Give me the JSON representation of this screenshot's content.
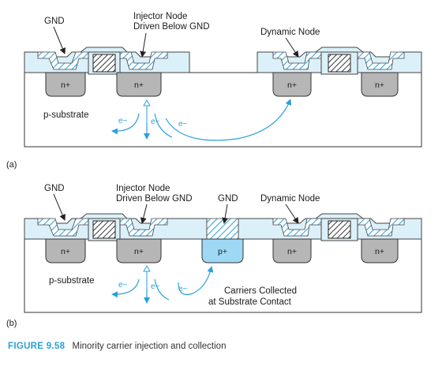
{
  "colors": {
    "oxide": "#dcf0f9",
    "hatch": "#3aa6dd",
    "nplus": "#b6b6b6",
    "pplus": "#9fd8f5",
    "electron": "#2aa0d8",
    "caption_accent": "#2a9fd6"
  },
  "diffusion": {
    "n_plus": "n+",
    "p_plus": "p+"
  },
  "panel_a": {
    "tag": "(a)",
    "label_gnd": "GND",
    "label_injector_1": "Injector Node",
    "label_injector_2": "Driven Below GND",
    "label_dynamic": "Dynamic Node",
    "label_substrate": "p-substrate",
    "electron": "e−"
  },
  "panel_b": {
    "tag": "(b)",
    "label_gnd": "GND",
    "label_injector_1": "Injector Node",
    "label_injector_2": "Driven Below GND",
    "label_gnd_contact": "GND",
    "label_dynamic": "Dynamic Node",
    "label_substrate": "p-substrate",
    "label_collected_1": "Carriers Collected",
    "label_collected_2": "at Substrate Contact",
    "electron": "e−"
  },
  "caption": {
    "figure_number": "FIGURE 9.58",
    "text": "Minority carrier injection and collection"
  }
}
